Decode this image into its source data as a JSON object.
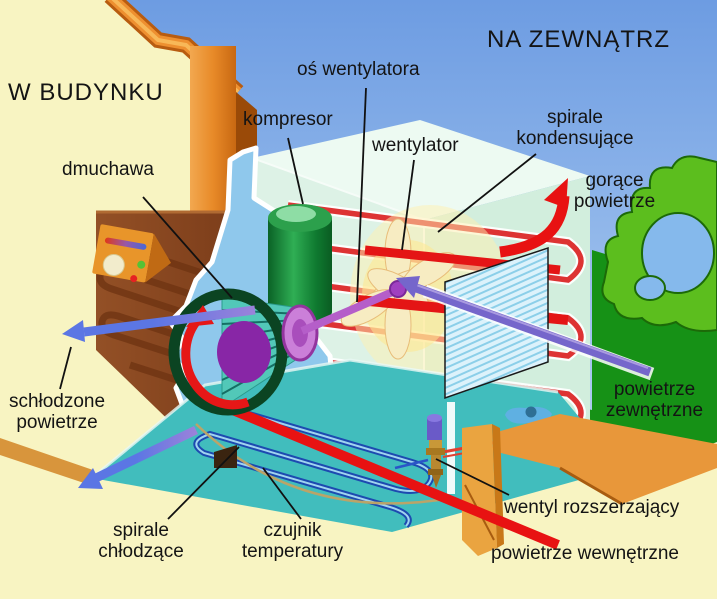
{
  "diagram": {
    "title_inside": "W BUDYNKU",
    "title_outside": "NA ZEWNĄTRZ",
    "labels": {
      "blower": "dmuchawa",
      "compressor": "kompresor",
      "fan_axis": "oś wentylatora",
      "fan": "wentylator",
      "condensing_coils": [
        "spirale",
        "kondensujące"
      ],
      "hot_air": [
        "gorące",
        "powietrze"
      ],
      "cooled_air": [
        "schłodzone",
        "powietrze"
      ],
      "outside_air": [
        "powietrze",
        "zewnętrzne"
      ],
      "cooling_coils": [
        "spirale",
        "chłodzące"
      ],
      "temperature_sensor": [
        "czujnik",
        "temperatury"
      ],
      "expansion_valve": "wentyl rozszerzający",
      "inside_air": "powietrze wewnętrzne"
    },
    "colors": {
      "sky_top": "#6d9ce2",
      "sky_bottom": "#d6e9f8",
      "building_cream": "#f8f4c2",
      "beam_orange": "#e8952a",
      "wall_brown": "#8a4a22",
      "grass_dark": "#169116",
      "bush_light": "#5cbe1e",
      "unit_mint": "#ddf2e6",
      "floor_teal": "#41bdbd",
      "hot_line_red": "#e81212",
      "cold_line_blue": "#2a55c8",
      "air_arrow_blue": "#5b76e4",
      "outside_air_purple": "#7566cb",
      "compressor_green": "#1a8f3c",
      "blower_purple": "#8826a6"
    }
  }
}
